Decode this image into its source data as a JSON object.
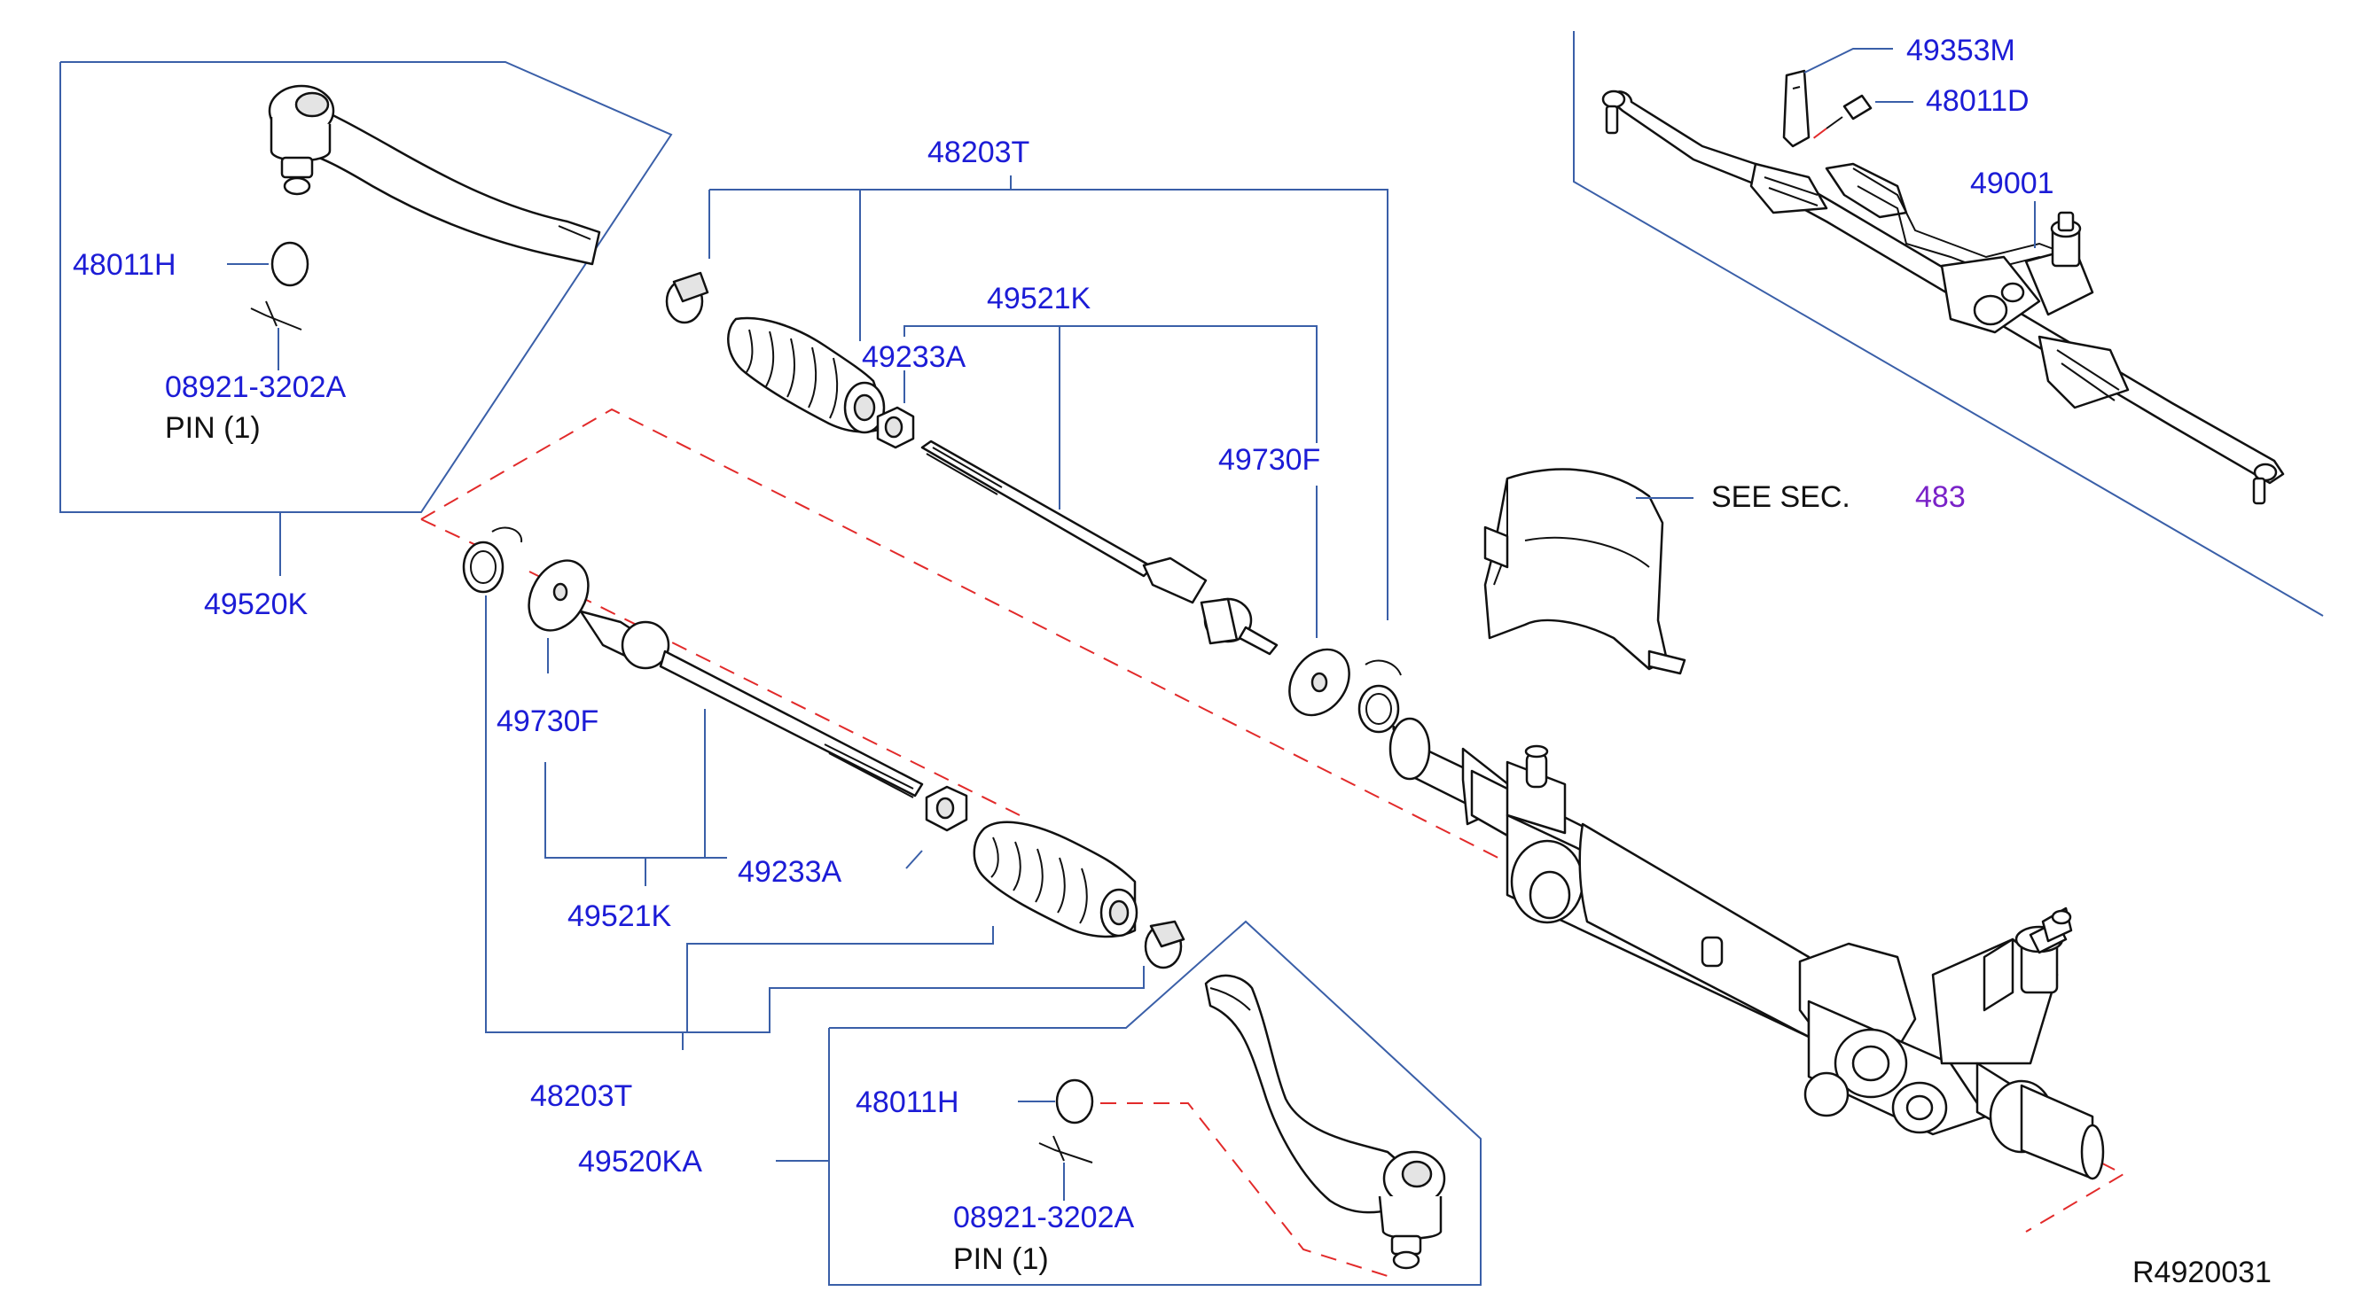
{
  "diagram_id": "R4920031",
  "colors": {
    "part_number": "#1c1cd6",
    "section_ref": "#7a22c8",
    "leader_line": "#3a5fa8",
    "dashed_guide": "#e22a2a",
    "outline": "#111111"
  },
  "callouts": {
    "p48011H_top": "48011H",
    "p08921_top": "08921-3202A",
    "pin_top": "PIN (1)",
    "p49520K": "49520K",
    "p48203T_top": "48203T",
    "p49521K_top": "49521K",
    "p49233A_top": "49233A",
    "p49730F_top": "49730F",
    "see_sec": "SEE SEC.",
    "sec_ref": "483",
    "p49353M": "49353M",
    "p48011D": "48011D",
    "p49001": "49001",
    "p49730F_bottom": "49730F",
    "p49233A_bottom": "49233A",
    "p49521K_bottom": "49521K",
    "p48203T_bottom": "48203T",
    "p49520KA": "49520KA",
    "p48011H_bottom": "48011H",
    "p08921_bottom": "08921-3202A",
    "pin_bottom": "PIN (1)"
  },
  "icons": [
    "tie-rod-end-icon",
    "boot-icon",
    "clamp-icon",
    "washer-icon",
    "inner-tie-rod-icon",
    "nut-icon",
    "steering-rack-icon",
    "heat-shield-icon",
    "bracket-icon",
    "bolt-icon",
    "cotter-pin-icon"
  ]
}
